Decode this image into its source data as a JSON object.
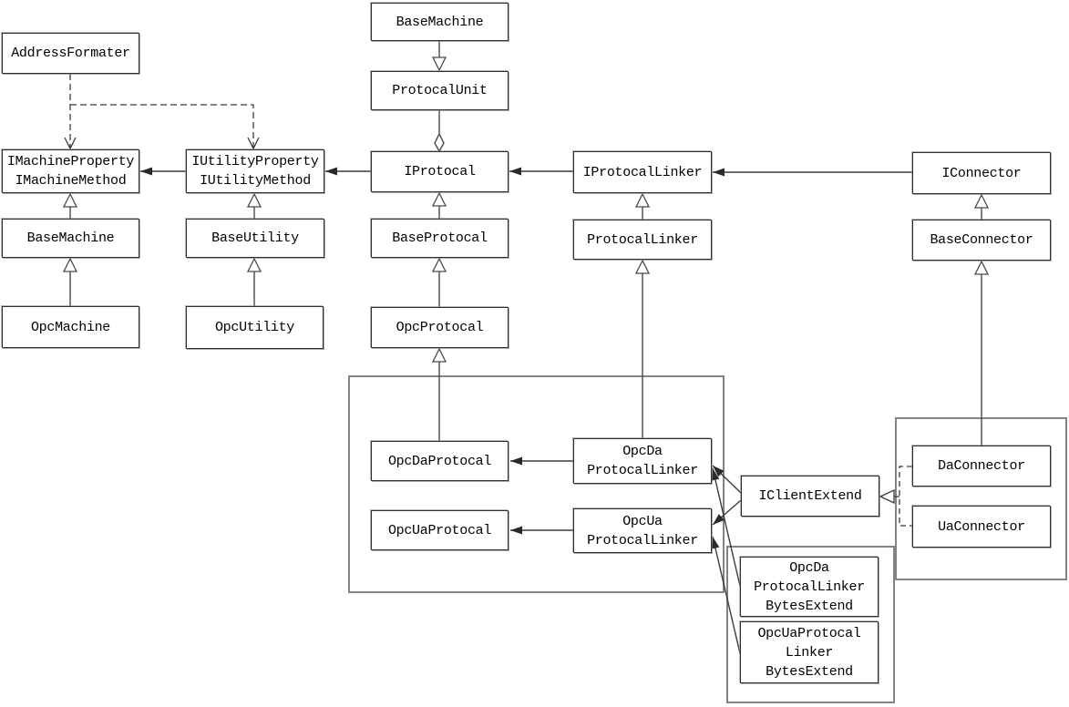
{
  "diagram": {
    "kind": "uml-class-diagram",
    "colors": {
      "background": "#ffffff",
      "box_fill": "#ffffff",
      "box_border": "#2f2f2f",
      "group_border": "#838383",
      "line": "#4a4a4a",
      "text": "#000000"
    },
    "nodes": {
      "addressFormater": {
        "label": "AddressFormater"
      },
      "baseMachineTop": {
        "label": "BaseMachine"
      },
      "protocalUnit": {
        "label": "ProtocalUnit"
      },
      "iMachine": {
        "label": "IMachineProperty\nIMachineMethod"
      },
      "iUtility": {
        "label": "IUtilityProperty\nIUtilityMethod"
      },
      "iProtocal": {
        "label": "IProtocal"
      },
      "iProtocalLinker": {
        "label": "IProtocalLinker"
      },
      "iConnector": {
        "label": "IConnector"
      },
      "baseMachine": {
        "label": "BaseMachine"
      },
      "baseUtility": {
        "label": "BaseUtility"
      },
      "baseProtocal": {
        "label": "BaseProtocal"
      },
      "protocalLinker": {
        "label": "ProtocalLinker"
      },
      "baseConnector": {
        "label": "BaseConnector"
      },
      "opcMachine": {
        "label": "OpcMachine"
      },
      "opcUtility": {
        "label": "OpcUtility"
      },
      "opcProtocal": {
        "label": "OpcProtocal"
      },
      "opcDaProtocal": {
        "label": "OpcDaProtocal"
      },
      "opcDaProtocalLinker": {
        "label": "OpcDa\nProtocalLinker"
      },
      "opcUaProtocal": {
        "label": "OpcUaProtocal"
      },
      "opcUaProtocalLinker": {
        "label": "OpcUa\nProtocalLinker"
      },
      "iClientExtend": {
        "label": "IClientExtend"
      },
      "daConnector": {
        "label": "DaConnector"
      },
      "uaConnector": {
        "label": "UaConnector"
      },
      "opcDaProtocalLinkerBytesExtend": {
        "label": "OpcDa\nProtocalLinker\nBytesExtend"
      },
      "opcUaProtocalLinkerBytesExtend": {
        "label": "OpcUaProtocal\nLinker\nBytesExtend"
      }
    },
    "edges": [
      {
        "from": "baseMachineTop",
        "to": "protocalUnit",
        "type": "generalization",
        "open_triangle_at": "protocalUnit"
      },
      {
        "from": "protocalUnit",
        "to": "iProtocal",
        "type": "aggregation",
        "open_diamond_at": "iProtocal"
      },
      {
        "from": "iProtocal",
        "to": "iUtility",
        "type": "directed-association"
      },
      {
        "from": "iUtility",
        "to": "iMachine",
        "type": "directed-association"
      },
      {
        "from": "iProtocalLinker",
        "to": "iProtocal",
        "type": "directed-association"
      },
      {
        "from": "iConnector",
        "to": "iProtocalLinker",
        "type": "directed-association"
      },
      {
        "from": "addressFormater",
        "to": "iMachine",
        "type": "dashed-dependency"
      },
      {
        "from": "addressFormater",
        "to": "iUtility",
        "type": "dashed-dependency"
      },
      {
        "from": "baseMachine",
        "to": "iMachine",
        "type": "generalization"
      },
      {
        "from": "opcMachine",
        "to": "baseMachine",
        "type": "generalization"
      },
      {
        "from": "baseUtility",
        "to": "iUtility",
        "type": "generalization"
      },
      {
        "from": "opcUtility",
        "to": "baseUtility",
        "type": "generalization"
      },
      {
        "from": "baseProtocal",
        "to": "iProtocal",
        "type": "generalization"
      },
      {
        "from": "opcProtocal",
        "to": "baseProtocal",
        "type": "generalization"
      },
      {
        "from": "opcDaProtocal",
        "to": "opcProtocal",
        "type": "generalization"
      },
      {
        "from": "protocalLinker",
        "to": "iProtocalLinker",
        "type": "generalization"
      },
      {
        "from": "opcDaProtocalLinker",
        "to": "protocalLinker",
        "type": "generalization"
      },
      {
        "from": "baseConnector",
        "to": "iConnector",
        "type": "generalization"
      },
      {
        "from": "daConnector",
        "to": "baseConnector",
        "type": "generalization"
      },
      {
        "from": "opcDaProtocalLinker",
        "to": "opcDaProtocal",
        "type": "directed-association"
      },
      {
        "from": "opcUaProtocalLinker",
        "to": "opcUaProtocal",
        "type": "directed-association"
      },
      {
        "from": "iClientExtend",
        "to": "opcDaProtocalLinker",
        "type": "directed-association"
      },
      {
        "from": "iClientExtend",
        "to": "opcUaProtocalLinker",
        "type": "directed-association"
      },
      {
        "from": "opcDaProtocalLinkerBytesExtend",
        "to": "opcDaProtocalLinker",
        "type": "directed-association"
      },
      {
        "from": "opcUaProtocalLinkerBytesExtend",
        "to": "opcUaProtocalLinker",
        "type": "directed-association"
      },
      {
        "from": "daConnector",
        "to": "iClientExtend",
        "type": "dashed-realization"
      },
      {
        "from": "uaConnector",
        "to": "iClientExtend",
        "type": "dashed-realization"
      }
    ]
  }
}
